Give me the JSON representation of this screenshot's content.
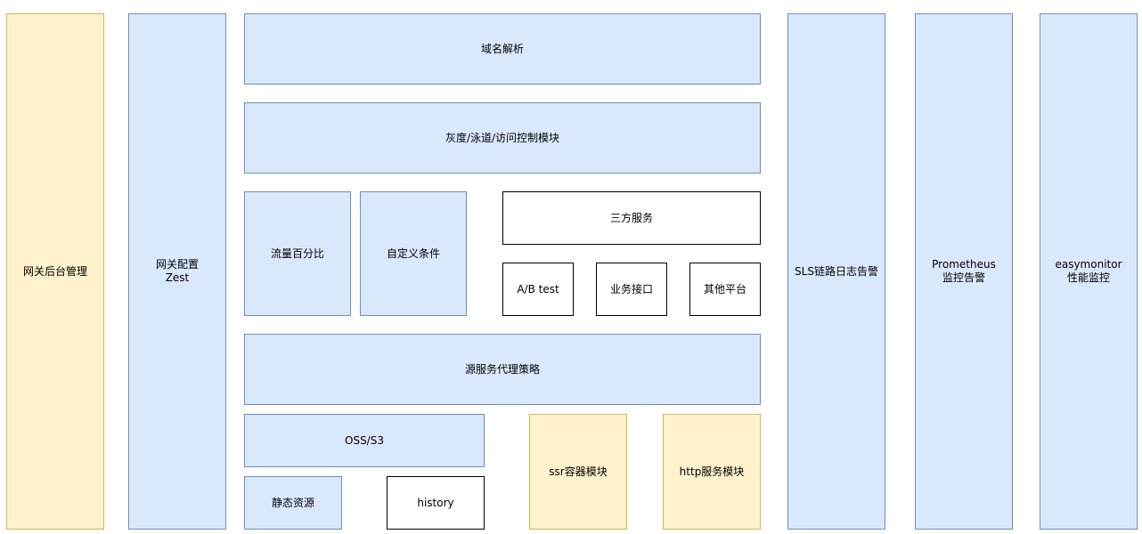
{
  "colors": {
    "blue_fill": "#dae8fc",
    "blue_stroke": "#6c8ebf",
    "yellow_fill": "#fff2cc",
    "yellow_stroke": "#d6b656",
    "white_fill": "#ffffff",
    "white_stroke": "#000000"
  },
  "boxes": {
    "gateway_admin": "网关后台管理",
    "gateway_config": "网关配置\nZest",
    "dns": "域名解析",
    "gray_access": "灰度/泳道/访问控制模块",
    "traffic_percent": "流量百分比",
    "custom_condition": "自定义条件",
    "third_party": "三方服务",
    "ab_test": "A/B test",
    "biz_api": "业务接口",
    "other_platform": "其他平台",
    "origin_proxy": "源服务代理策略",
    "oss_s3": "OSS/S3",
    "static_resource": "静态资源",
    "history": "history",
    "ssr_module": "ssr容器模块",
    "http_module": "http服务模块",
    "sls_alert": "SLS链路日志告警",
    "prometheus_alert": "Prometheus\n监控告警",
    "easymonitor": "easymonitor\n性能监控"
  }
}
